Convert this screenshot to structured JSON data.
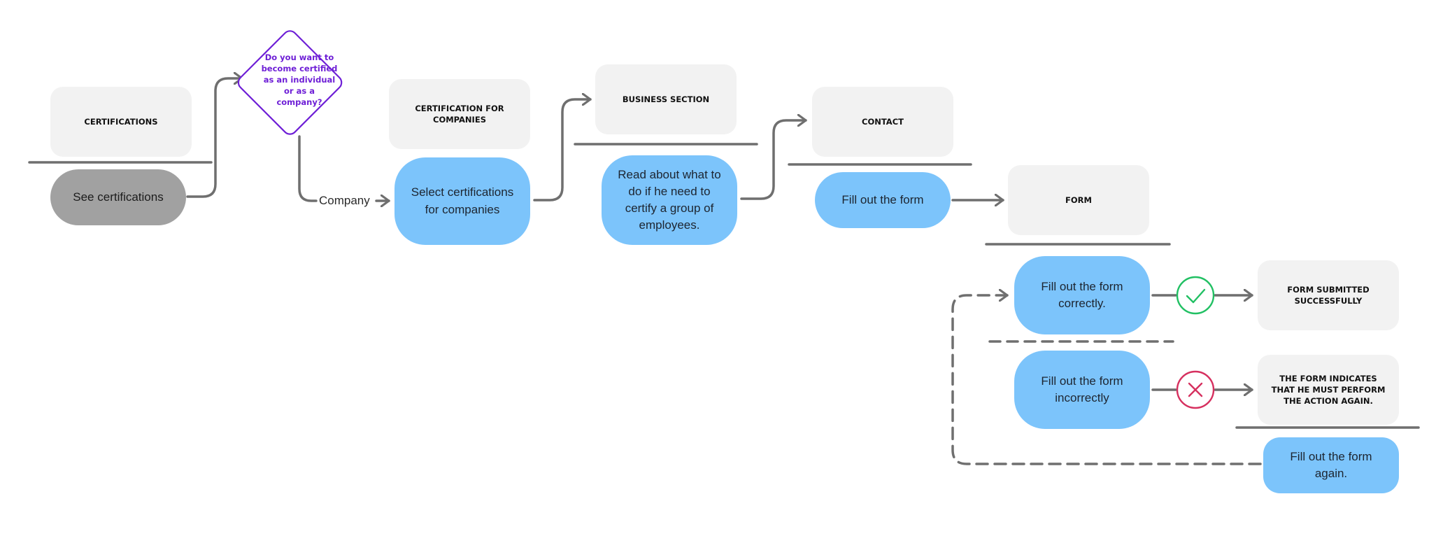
{
  "colors": {
    "screen_fill": "#f2f2f2",
    "action_fill": "#7cc4fb",
    "entry_fill": "#a1a1a1",
    "connector": "#6f6f6f",
    "decision_stroke": "#6e1fd6",
    "success": "#21c063",
    "error": "#d6305f"
  },
  "screens": {
    "certifications": "CERTIFICATIONS",
    "certification_for_companies": "CERTIFICATION FOR COMPANIES",
    "business_section": "BUSINESS SECTION",
    "contact": "CONTACT",
    "form": "FORM",
    "form_submitted": "FORM SUBMITTED SUCCESSFULLY",
    "form_indicates_again": "THE FORM INDICATES THAT HE MUST PERFORM THE ACTION AGAIN."
  },
  "actions": {
    "see_certifications": "See certifications",
    "select_certifications": "Select certifications for companies",
    "read_about": "Read about what to do if he need to certify a group of employees.",
    "fill_out_form": "Fill out the form",
    "fill_correctly": "Fill out the form correctly.",
    "fill_incorrectly": "Fill out the form incorrectly",
    "fill_again": "Fill out the form again."
  },
  "decision": {
    "question": "Do you want to become certified as an individual or as a company?",
    "company_branch": "Company"
  },
  "icons": {
    "success": "check-circle-icon",
    "error": "x-circle-icon"
  }
}
